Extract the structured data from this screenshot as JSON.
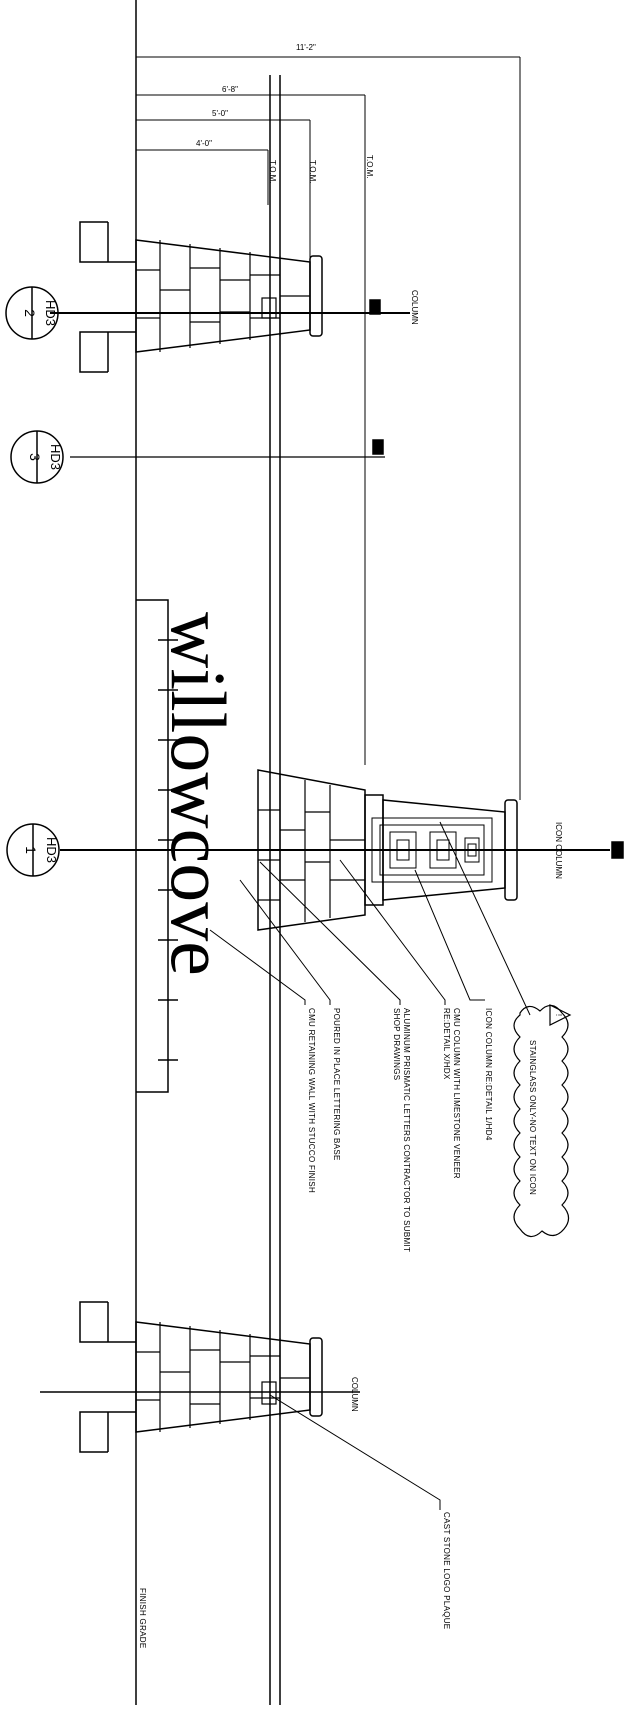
{
  "dimensions": {
    "overall": "11'-2\"",
    "tier3": "6'-8\"",
    "tier2": "5'-0\"",
    "tier1": "4'-0\""
  },
  "top_labels": [
    "T.O.M.",
    "T.O.M.",
    "T.O.M."
  ],
  "centerline_labels": {
    "pillar_top": "COLUMN",
    "icon": "ICON COLUMN",
    "pillar_bottom": "COLUMN"
  },
  "section_bubbles": [
    {
      "num": "2",
      "ref": "HD3"
    },
    {
      "num": "3",
      "ref": "HD3"
    },
    {
      "num": "1",
      "ref": "HD3"
    }
  ],
  "wordmark": "willowcove",
  "notes": {
    "stained_glass": "STAINGLASS ONLY-NO TEXT ON ICON",
    "icon_column": "ICON COLUMN RE:DETAIL 1/HD4",
    "cmu_column_l1": "CMU COLUMN WITH LIMESTONE VENEER",
    "cmu_column_l2": "RE:DETAIL X/HDX",
    "aluminum_l1": "ALUMINUM PRISMATIC LETTERS CONTRACTOR TO SUBMIT",
    "aluminum_l2": "SHOP DRAWINGS",
    "lettering_base": "POURED IN PLACE LETTERING BASE",
    "retaining_wall": "CMU RETAINING WALL WITH STUCCO FINISH",
    "logo_plaque": "CAST STONE LOGO PLAQUE",
    "finish_grade": "FINISH GRADE"
  },
  "revision_flag": "!"
}
